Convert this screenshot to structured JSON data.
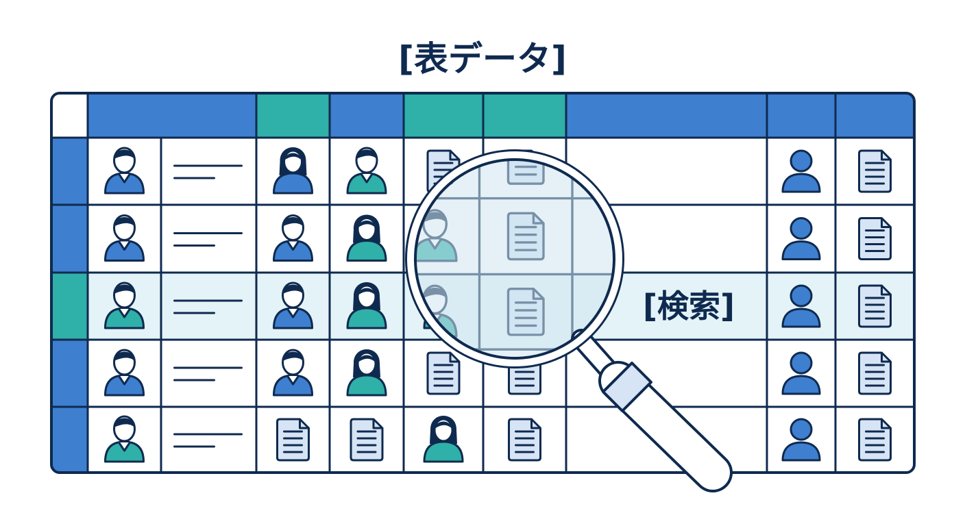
{
  "title": "[表データ]",
  "search_label": "[検索]",
  "colors": {
    "navy": "#0f2a4f",
    "blue": "#3e7fcf",
    "teal": "#2fb0a8",
    "highlight_row": "#e4f3f7",
    "doc_fill": "#d6e4f5",
    "lens_tint": "#cfe6f1",
    "cell_bg": "#ffffff"
  },
  "table": {
    "columns": 9,
    "rows": 5,
    "highlighted_row": 2,
    "header_colors": [
      "blue",
      "teal",
      "blue",
      "teal",
      "teal",
      "blue",
      "blue",
      "blue"
    ],
    "row_header_colors": [
      "blue",
      "blue",
      "teal",
      "blue",
      "blue"
    ],
    "cells": [
      [
        {
          "type": "person-male",
          "color": "blue"
        },
        {
          "type": "text-lines"
        },
        {
          "type": "person-female",
          "color": "blue"
        },
        {
          "type": "person-male",
          "color": "teal"
        },
        {
          "type": "document"
        },
        {
          "type": "document"
        },
        {
          "type": "empty"
        },
        {
          "type": "person-generic",
          "color": "blue"
        },
        {
          "type": "document"
        }
      ],
      [
        {
          "type": "person-male",
          "color": "blue"
        },
        {
          "type": "text-lines"
        },
        {
          "type": "person-male",
          "color": "blue"
        },
        {
          "type": "person-female",
          "color": "teal"
        },
        {
          "type": "person-male",
          "color": "teal"
        },
        {
          "type": "document"
        },
        {
          "type": "empty"
        },
        {
          "type": "person-generic",
          "color": "blue"
        },
        {
          "type": "document"
        }
      ],
      [
        {
          "type": "person-male",
          "color": "teal"
        },
        {
          "type": "text-lines"
        },
        {
          "type": "person-male",
          "color": "blue"
        },
        {
          "type": "person-female",
          "color": "teal"
        },
        {
          "type": "person-male",
          "color": "teal"
        },
        {
          "type": "document"
        },
        {
          "type": "search-label"
        },
        {
          "type": "person-generic",
          "color": "blue"
        },
        {
          "type": "document"
        }
      ],
      [
        {
          "type": "person-male",
          "color": "blue"
        },
        {
          "type": "text-lines"
        },
        {
          "type": "person-male",
          "color": "blue"
        },
        {
          "type": "person-female",
          "color": "teal"
        },
        {
          "type": "document"
        },
        {
          "type": "document"
        },
        {
          "type": "empty"
        },
        {
          "type": "person-generic",
          "color": "blue"
        },
        {
          "type": "document"
        }
      ],
      [
        {
          "type": "person-male",
          "color": "teal"
        },
        {
          "type": "text-lines"
        },
        {
          "type": "document"
        },
        {
          "type": "document"
        },
        {
          "type": "person-female",
          "color": "teal"
        },
        {
          "type": "document"
        },
        {
          "type": "empty"
        },
        {
          "type": "person-generic",
          "color": "blue"
        },
        {
          "type": "document"
        }
      ]
    ]
  },
  "magnifier": {
    "icon": "magnifier-icon"
  }
}
